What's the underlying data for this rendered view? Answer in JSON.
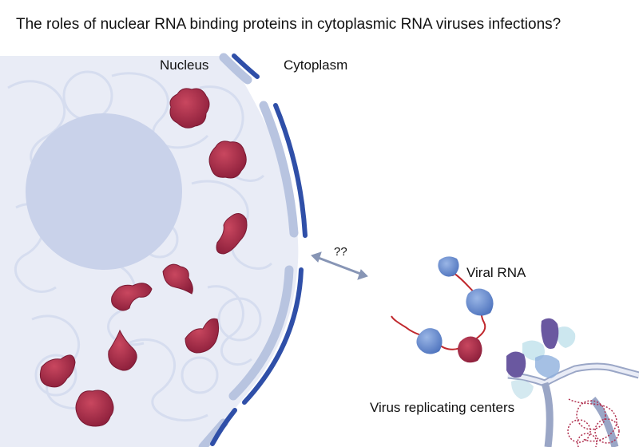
{
  "title": "The roles of nuclear RNA binding proteins in cytoplasmic RNA viruses infections?",
  "labels": {
    "nucleus": "Nucleus",
    "cytoplasm": "Cytoplasm",
    "question": "??",
    "viral_rna": "Viral RNA",
    "replicating_centers": "Virus replicating centers"
  },
  "colors": {
    "nucleus_fill": "#e9ecf6",
    "nucleolus_fill": "#c9d2ea",
    "chromatin_line": "#d6ddef",
    "envelope_inner": "#b8c4e0",
    "envelope_outer": "#2f4fa8",
    "rbp_protein": "#a8314f",
    "viral_protein_blue": "#6b8fd0",
    "viral_rna_strand": "#c0282d",
    "arrow": "#8795b5",
    "membrane_outline": "#9aa6c6",
    "purple_protein": "#6a58a0"
  }
}
